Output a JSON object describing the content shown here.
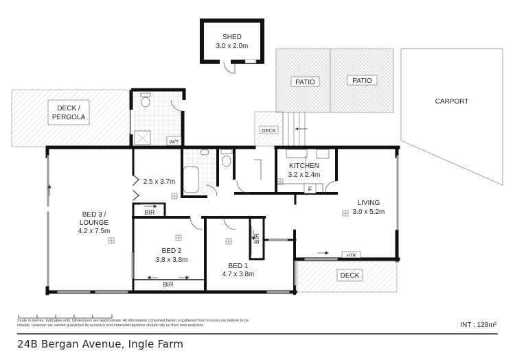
{
  "floorplan": {
    "address": "24B Bergan Avenue, Ingle Farm",
    "internal_area": "INT : 128m²",
    "disclaimer": "Scale in metres. Indicative only. Dimensions are approximate. All information contained herein is gathered from sources we believe to be reliable. However we cannot guarantee its accuracy and interested persons should rely on their own enquiries",
    "scale_bar": {
      "ticks": 6,
      "units": "metres"
    },
    "colors": {
      "wall": "#111111",
      "outline": "#888888",
      "hatch": "#bbbbbb",
      "text": "#222222"
    },
    "rooms": {
      "shed": {
        "name": "SHED",
        "size": "3.0 x 2.0m"
      },
      "deck_pergola": {
        "name": "DECK /",
        "name2": "PERGOLA"
      },
      "wc": {
        "name": "W/T"
      },
      "patio1": {
        "name": "PATIO"
      },
      "patio2": {
        "name": "PATIO"
      },
      "carport": {
        "name": "CARPORT"
      },
      "deck_small": {
        "name": "DECK"
      },
      "kitchen": {
        "name": "KITCHEN",
        "size": "3.2 x 2.4m",
        "fridge": "F"
      },
      "room_25": {
        "size": "2.5 x 3.7m"
      },
      "bir_top": {
        "name": "BIR"
      },
      "bed3": {
        "name": "BED 3 /",
        "name2": "LOUNGE",
        "size": "4.2 x 7.5m"
      },
      "bed2": {
        "name": "BED 2",
        "size": "3.8 x 3.8m",
        "bir": "BIR"
      },
      "bed1": {
        "name": "BED 1",
        "size": "4.7 x 3.8m",
        "bir": "BIR"
      },
      "living": {
        "name": "LIVING",
        "size": "3.0 x 5.2m",
        "heater": "HTR"
      },
      "deck_front": {
        "name": "DECK"
      }
    }
  }
}
